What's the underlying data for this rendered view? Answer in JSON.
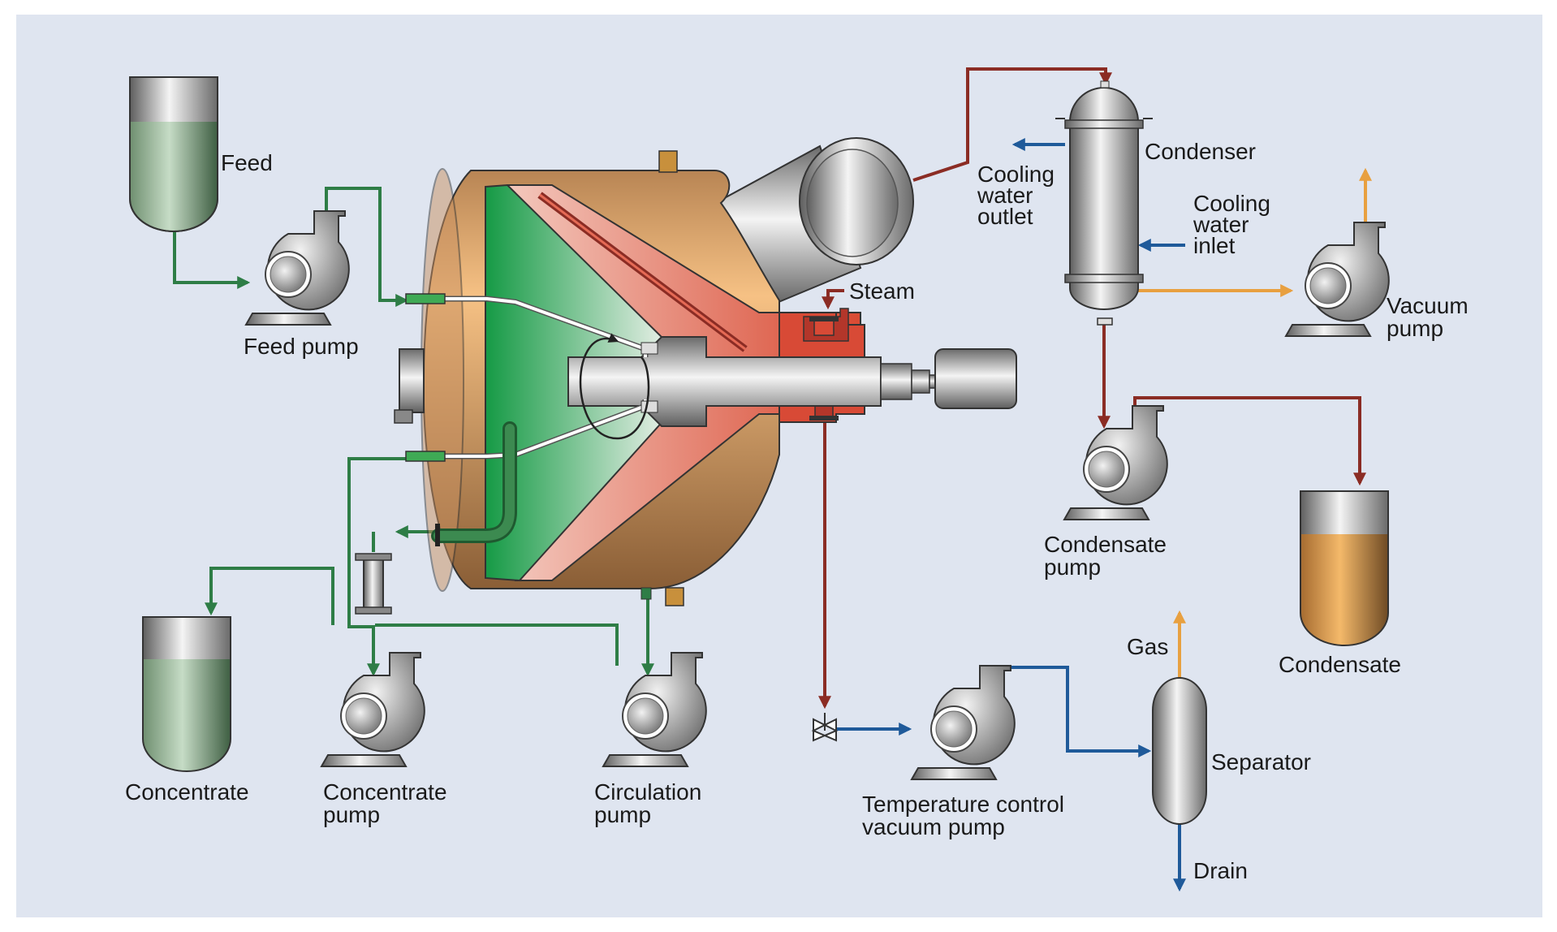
{
  "labels": {
    "feed": "Feed",
    "feed_pump": "Feed pump",
    "concentrate": "Concentrate",
    "concentrate_pump_1": "Concentrate",
    "concentrate_pump_2": "pump",
    "circulation_pump_1": "Circulation",
    "circulation_pump_2": "pump",
    "steam": "Steam",
    "condenser": "Condenser",
    "cooling_water_outlet_1": "Cooling",
    "cooling_water_outlet_2": "water",
    "cooling_water_outlet_3": "outlet",
    "cooling_water_inlet_1": "Cooling",
    "cooling_water_inlet_2": "water",
    "cooling_water_inlet_3": "inlet",
    "vacuum_pump_1": "Vacuum",
    "vacuum_pump_2": "pump",
    "condensate_pump_1": "Condensate",
    "condensate_pump_2": "pump",
    "condensate": "Condensate",
    "gas": "Gas",
    "separator": "Separator",
    "drain": "Drain",
    "temp_control_1": "Temperature control",
    "temp_control_2": "vacuum pump"
  },
  "colors": {
    "background": "#dfe5f0",
    "product_line": "#2e7d46",
    "steam_line": "#8b2c24",
    "cooling_water_line": "#1f5a9a",
    "gas_line": "#e8a040",
    "housing": "#c89060",
    "cone_green": "#22a050",
    "steam_red": "#d84a36"
  }
}
